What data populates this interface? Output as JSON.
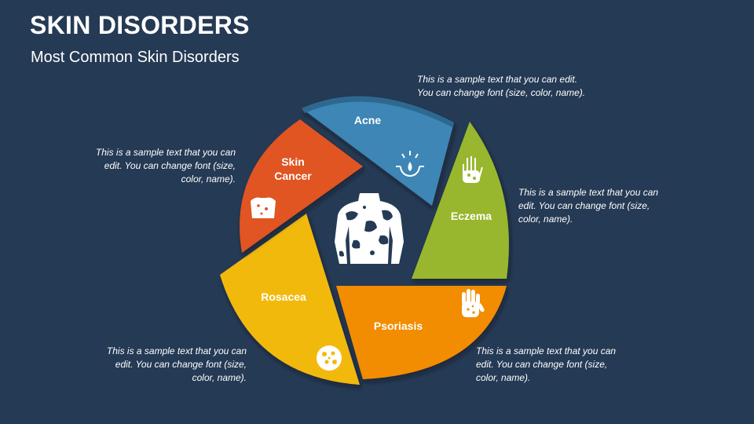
{
  "header": {
    "title": "SKIN DISORDERS",
    "subtitle": "Most Common Skin Disorders"
  },
  "segments": [
    {
      "id": "acne",
      "label": "Acne",
      "color": "#3d86b6",
      "icon": "acne-drop-icon",
      "note": "This is a sample text that you can edit.\nYou can change font (size, color, name)."
    },
    {
      "id": "eczema",
      "label": "Eczema",
      "color": "#98b72d",
      "icon": "hand-icon",
      "note": "This is a sample text that you can edit. You can change font (size, color, name)."
    },
    {
      "id": "psoriasis",
      "label": "Psoriasis",
      "color": "#f28c00",
      "icon": "spotted-hand-icon",
      "note": "This is a sample text that you can edit. You can change font (size, color, name)."
    },
    {
      "id": "rosacea",
      "label": "Rosacea",
      "color": "#f2b90c",
      "icon": "cells-icon",
      "note": "This is a sample text that you can edit. You can change font (size, color, name)."
    },
    {
      "id": "skin-cancer",
      "label_line1": "Skin",
      "label_line2": "Cancer",
      "color": "#e05424",
      "icon": "back-spots-icon",
      "note": "This is a sample text that you can edit. You can change font (size, color, name)."
    }
  ],
  "center_icon": "torso-with-patches-icon"
}
